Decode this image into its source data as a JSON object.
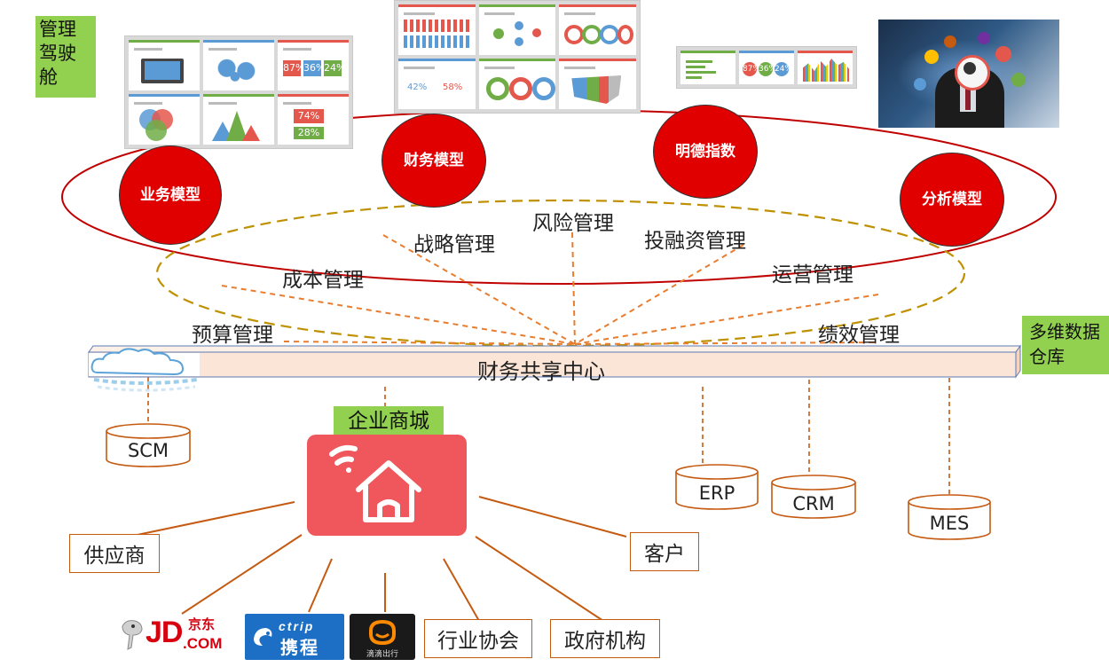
{
  "labels": {
    "cockpit": "管理驾驶舱",
    "warehouse": "多维数据仓库",
    "mall": "企业商城",
    "shared_center": "财务共享中心"
  },
  "bubbles": [
    {
      "id": "business",
      "text": "业务模型"
    },
    {
      "id": "finance",
      "text": "财务模型"
    },
    {
      "id": "mingde",
      "text": "明德指数"
    },
    {
      "id": "analysis",
      "text": "分析模型"
    }
  ],
  "management": [
    {
      "id": "cost",
      "text": "成本管理"
    },
    {
      "id": "strategy",
      "text": "战略管理"
    },
    {
      "id": "risk",
      "text": "风险管理"
    },
    {
      "id": "investment",
      "text": "投融资管理"
    },
    {
      "id": "operation",
      "text": "运营管理"
    },
    {
      "id": "budget",
      "text": "预算管理"
    },
    {
      "id": "performance",
      "text": "绩效管理"
    }
  ],
  "systems": [
    {
      "id": "scm",
      "text": "SCM"
    },
    {
      "id": "erp",
      "text": "ERP"
    },
    {
      "id": "crm",
      "text": "CRM"
    },
    {
      "id": "mes",
      "text": "MES"
    }
  ],
  "stakeholders": [
    {
      "id": "supplier",
      "text": "供应商"
    },
    {
      "id": "customer",
      "text": "客户"
    },
    {
      "id": "industry",
      "text": "行业协会"
    },
    {
      "id": "government",
      "text": "政府机构"
    }
  ],
  "logos": {
    "jd_main": "JD",
    "jd_dot_com": ".COM",
    "jd_cn": "京东",
    "ctrip_en": "ctrip",
    "ctrip_cn": "携程",
    "didi_cn": "滴滴出行"
  },
  "dashboard": {
    "pct1": "87%",
    "pct2": "36%",
    "pct3": "24%",
    "pct4": "74%",
    "pct5": "28%",
    "pct6": "42%",
    "pct7": "58%"
  },
  "colors": {
    "bubble_red": "#e00000",
    "label_green": "#92d050",
    "line_orange": "#e87d2f",
    "ellipse_red": "#c00000",
    "ellipse_gold": "#bf9000",
    "shared_fill": "#fbe5d6",
    "app_red": "#f0575c",
    "box_border": "#c55a11"
  },
  "icons": [
    "cloud-icon",
    "smart-home-icon",
    "jd-logo",
    "ctrip-logo",
    "didi-logo"
  ]
}
